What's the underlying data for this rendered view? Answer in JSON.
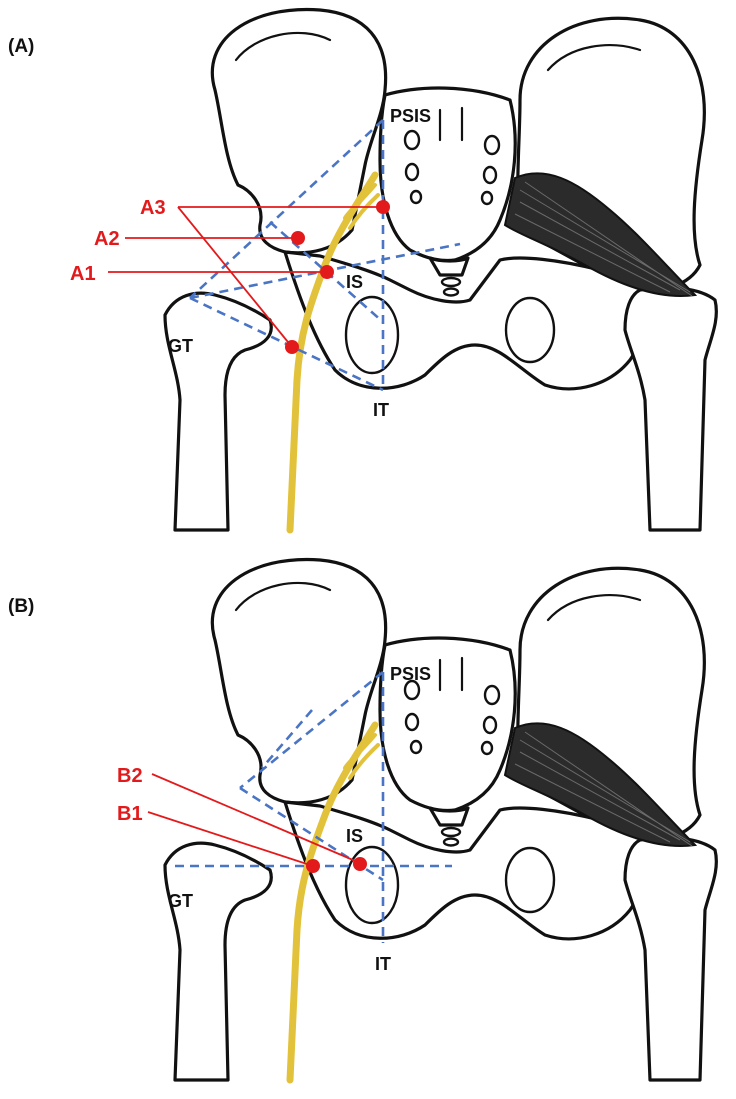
{
  "panels": [
    {
      "id": "A",
      "label": "(A)",
      "landmarks": {
        "psis": "PSIS",
        "is": "IS",
        "it": "IT",
        "gt": "GT"
      },
      "points": [
        "A1",
        "A2",
        "A3"
      ]
    },
    {
      "id": "B",
      "label": "(B)",
      "landmarks": {
        "psis": "PSIS",
        "is": "IS",
        "it": "IT",
        "gt": "GT"
      },
      "points": [
        "B1",
        "B2"
      ]
    }
  ],
  "colors": {
    "bone_outline": "#111111",
    "sciatic_nerve": "#e2c23a",
    "guide_lines": "#4a74c4",
    "injection_points": "#e31a1c",
    "muscle": "#2b2b2b"
  }
}
